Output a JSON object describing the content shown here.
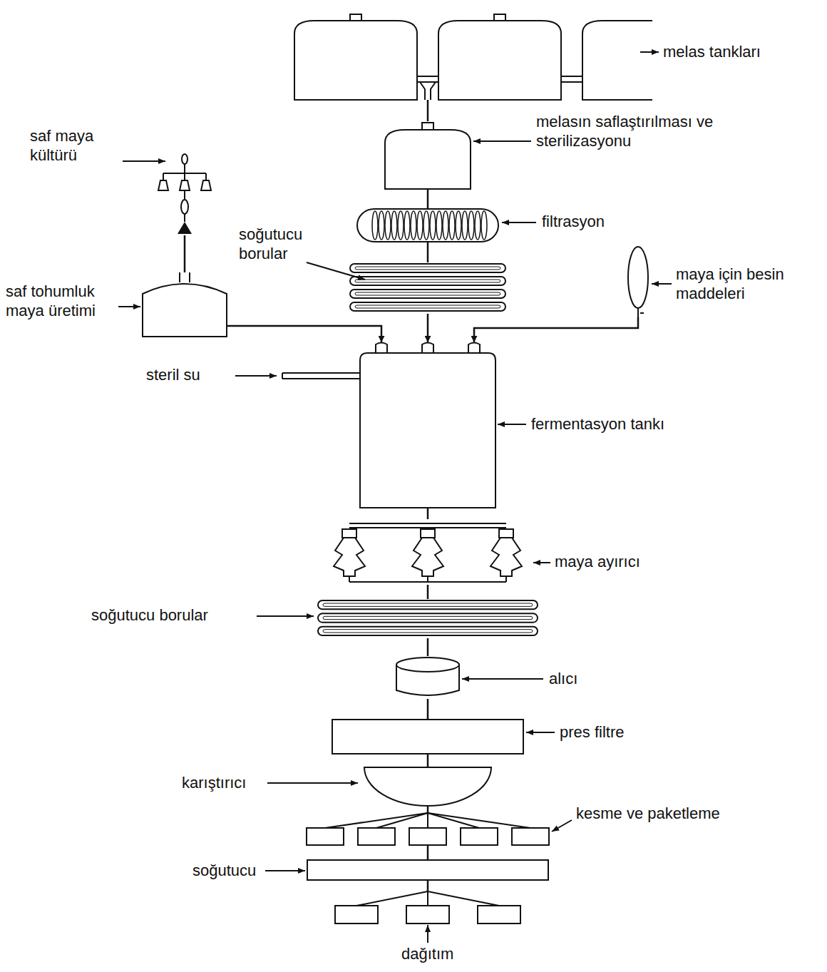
{
  "diagram": {
    "nodes": [
      {
        "text": [
          "melas tankları"
        ]
      },
      {
        "text": [
          "melasın saflaştırılması ve sterilizasyonu"
        ]
      },
      {
        "text": [
          "filtrasyon"
        ]
      },
      {
        "text": [
          "soğutucu borular"
        ]
      },
      {
        "text": [
          "saf maya kültürü"
        ]
      },
      {
        "text": [
          "saf tohumluk maya üretimi"
        ]
      },
      {
        "text": [
          "maya için besin maddeleri"
        ]
      },
      {
        "text": [
          "fermentasyon tankı"
        ]
      },
      {
        "text": [
          "maya ayırıcı"
        ]
      },
      {
        "text": [
          "soğutucu borular"
        ]
      },
      {
        "text": [
          "alıcı"
        ]
      },
      {
        "text": [
          "pres filtre"
        ]
      },
      {
        "text": [
          "karıştırıcı"
        ]
      },
      {
        "text": [
          "kesme ve paketleme"
        ]
      },
      {
        "text": [
          "soğutucu"
        ]
      },
      {
        "text": [
          "dağıtım"
        ]
      }
    ],
    "edges": [
      {
        "from": 0,
        "to": 1,
        "arrow": "none"
      },
      {
        "from": 1,
        "to": 2,
        "arrow": "none"
      },
      {
        "from": 2,
        "to": 3,
        "arrow": "none"
      },
      {
        "from": 3,
        "to": 7,
        "arrow": "to"
      },
      {
        "from": 4,
        "to": 5,
        "arrow": "none"
      },
      {
        "from": 5,
        "to": 7,
        "arrow": "to"
      },
      {
        "from": 6,
        "to": 7,
        "arrow": "to"
      },
      {
        "from": 7,
        "to": 8,
        "arrow": "none"
      },
      {
        "from": 8,
        "to": 9,
        "arrow": "none"
      },
      {
        "from": 9,
        "to": 10,
        "arrow": "none"
      },
      {
        "from": 10,
        "to": 11,
        "arrow": "none"
      },
      {
        "from": 11,
        "to": 12,
        "arrow": "none"
      },
      {
        "from": 12,
        "to": 13,
        "arrow": "none"
      },
      {
        "from": 13,
        "to": 14,
        "arrow": "none"
      },
      {
        "from": 14,
        "to": 15,
        "arrow": "none"
      }
    ],
    "labels": [
      "steril su"
    ]
  }
}
